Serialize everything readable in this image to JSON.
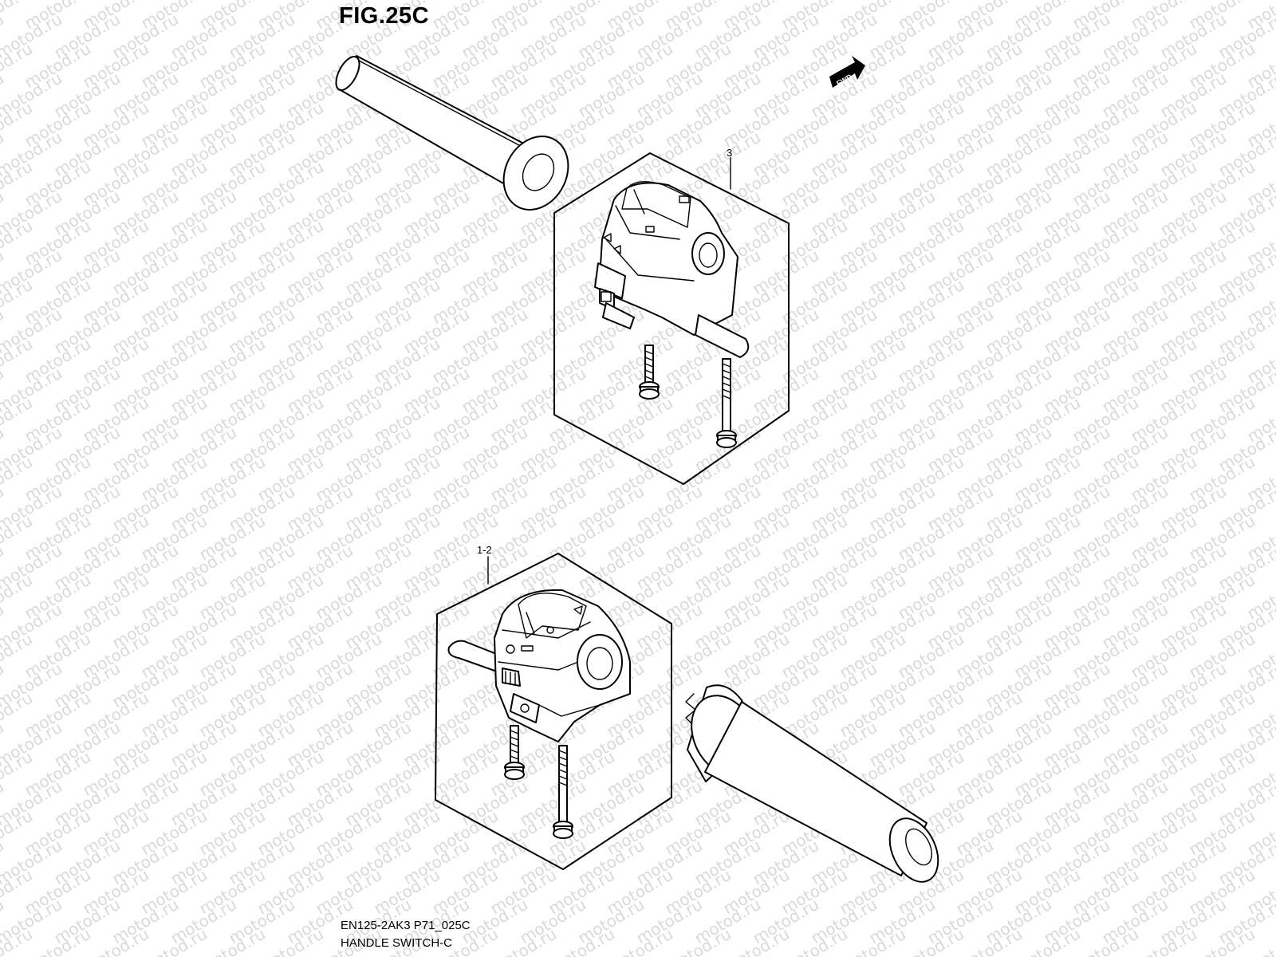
{
  "figure": {
    "title": "FIG.25C",
    "code": "EN125-2AK3 P71_025C",
    "name": "HANDLE SWITCH-C"
  },
  "watermark": {
    "text": "motod.ru",
    "color": "#d9d9d9"
  },
  "direction_badge": {
    "text": "FWD"
  },
  "callouts": {
    "upper_switch": "3",
    "lower_switch": "1-2"
  },
  "parts": [
    {
      "id": "left-handlebar-grip",
      "icon": "grip"
    },
    {
      "id": "left-handle-switch-assembly",
      "callout": "3",
      "icon": "switch-housing"
    },
    {
      "id": "left-switch-screws",
      "icon": "screw"
    },
    {
      "id": "right-handle-switch-assembly",
      "callout": "1-2",
      "icon": "switch-housing"
    },
    {
      "id": "right-switch-screws",
      "icon": "screw"
    },
    {
      "id": "throttle-grip",
      "icon": "grip"
    }
  ]
}
